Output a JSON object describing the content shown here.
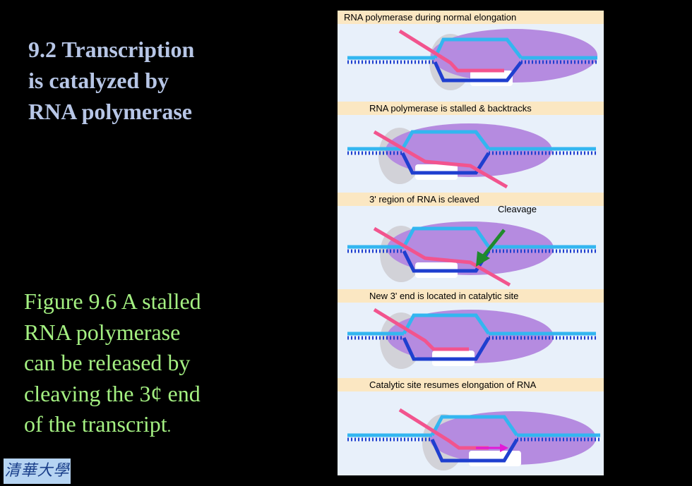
{
  "title": {
    "line1": "9.2 Transcription",
    "line2": "is catalyzed  by",
    "line3": "RNA polymerase"
  },
  "caption": {
    "line1": "Figure  9.6 A stalled",
    "line2": "RNA polymerase",
    "line3": "can be released  by",
    "line4": "cleaving  the 3¢  end",
    "line5a": "of the transcript",
    "line5b": "."
  },
  "logo": {
    "text": "清華大學"
  },
  "figure": {
    "panels": [
      {
        "label": "RNA polymerase during normal elongation"
      },
      {
        "label": "RNA polymerase is stalled & backtracks"
      },
      {
        "label": "3' region of RNA is cleaved",
        "annotation": "Cleavage"
      },
      {
        "label": "New 3' end is located in catalytic site"
      },
      {
        "label": "Catalytic site resumes elongation of RNA"
      }
    ]
  },
  "colors": {
    "title": "#b7c6e6",
    "caption": "#a4f082",
    "enzyme": "#b58be0",
    "dna_light": "#33b6f0",
    "dna_dark": "#1f3fcf",
    "rna": "#f2548e",
    "label_bg": "#fbe7c2",
    "arrow_green": "#1f8a2c",
    "arrow_magenta": "#e21ad6"
  }
}
